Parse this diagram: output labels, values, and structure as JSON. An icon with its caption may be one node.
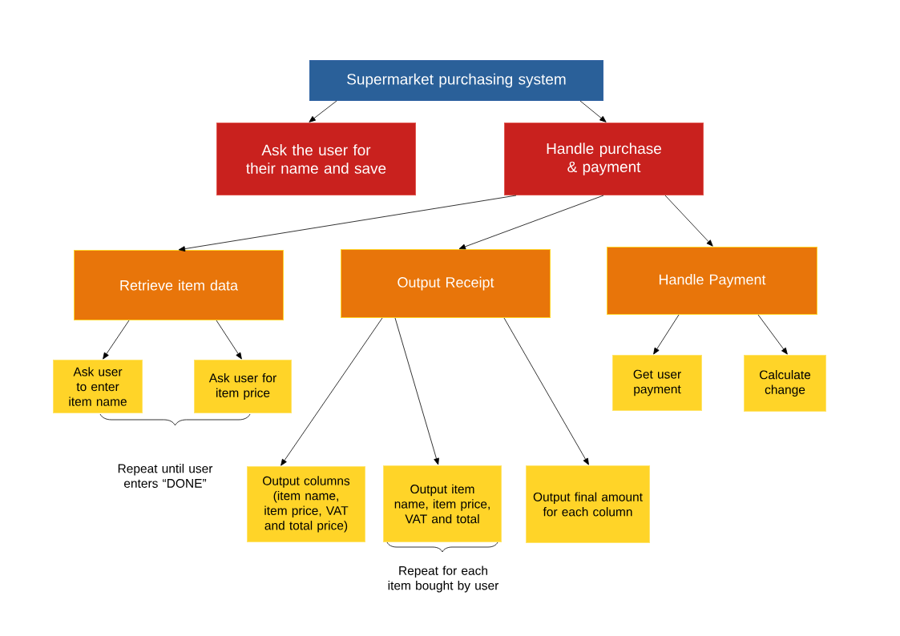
{
  "diagram": {
    "nodes": [
      {
        "text": [
          "Supermarket purchasing system"
        ]
      },
      {
        "text": [
          "Ask the user for their name and save"
        ]
      },
      {
        "text": [
          "Handle purchase & payment"
        ]
      },
      {
        "text": [
          "Retrieve item data"
        ]
      },
      {
        "text": [
          "Output Receipt"
        ]
      },
      {
        "text": [
          "Handle Payment"
        ]
      },
      {
        "text": [
          "Ask user to enter item name"
        ]
      },
      {
        "text": [
          "Ask user for item price"
        ]
      },
      {
        "text": [
          "Output columns (item name, item price, VAT and total price)"
        ]
      },
      {
        "text": [
          "Output item name, item price, VAT and total"
        ]
      },
      {
        "text": [
          "Output final amount for each column"
        ]
      },
      {
        "text": [
          "Get user payment"
        ]
      },
      {
        "text": [
          "Calculate change"
        ]
      }
    ],
    "edges": [
      {
        "from": 0,
        "to": 1,
        "arrow": "to"
      },
      {
        "from": 0,
        "to": 2,
        "arrow": "to"
      },
      {
        "from": 2,
        "to": 3,
        "arrow": "to"
      },
      {
        "from": 2,
        "to": 4,
        "arrow": "to"
      },
      {
        "from": 2,
        "to": 5,
        "arrow": "to"
      },
      {
        "from": 3,
        "to": 6,
        "arrow": "to"
      },
      {
        "from": 3,
        "to": 7,
        "arrow": "to"
      },
      {
        "from": 4,
        "to": 8,
        "arrow": "to"
      },
      {
        "from": 4,
        "to": 9,
        "arrow": "to"
      },
      {
        "from": 4,
        "to": 10,
        "arrow": "to"
      },
      {
        "from": 5,
        "to": 11,
        "arrow": "to"
      },
      {
        "from": 5,
        "to": 12,
        "arrow": "to"
      }
    ],
    "labels": [
      "Repeat until user enters “DONE”",
      "Repeat for each item bought by user"
    ]
  }
}
